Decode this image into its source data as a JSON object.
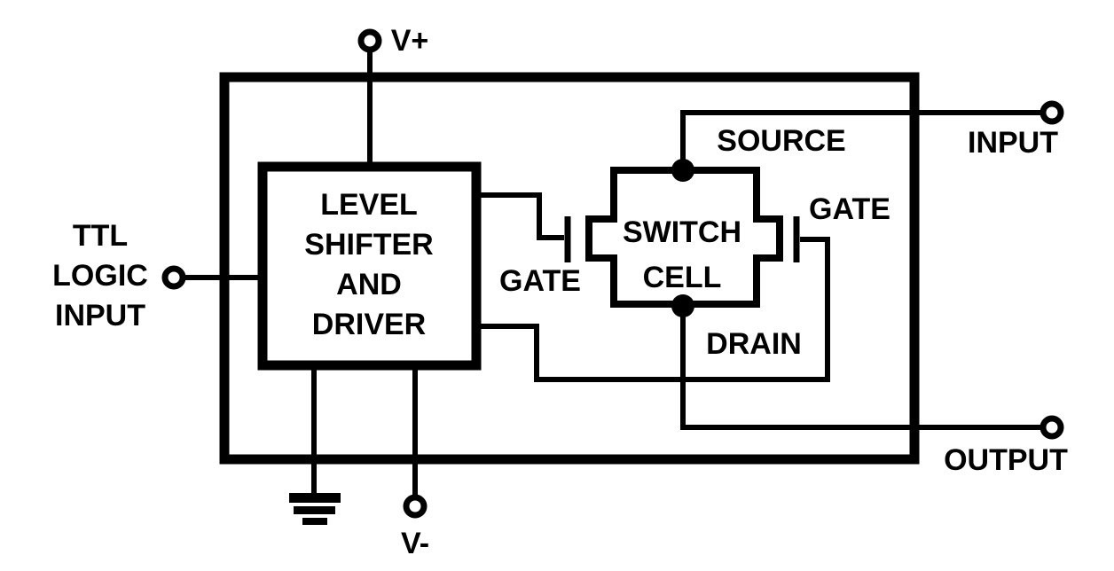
{
  "colors": {
    "ink": "#000000",
    "background": "#ffffff"
  },
  "terminals": {
    "v_plus": "V+",
    "v_minus": "V-",
    "input": "INPUT",
    "output": "OUTPUT",
    "ttl": [
      "TTL",
      "LOGIC",
      "INPUT"
    ]
  },
  "blocks": {
    "level_shifter": [
      "LEVEL",
      "SHIFTER",
      "AND",
      "DRIVER"
    ],
    "switch_cell": [
      "SWITCH",
      "CELL"
    ]
  },
  "pins": {
    "source": "SOURCE",
    "drain": "DRAIN",
    "gate_left": "GATE",
    "gate_right": "GATE"
  }
}
